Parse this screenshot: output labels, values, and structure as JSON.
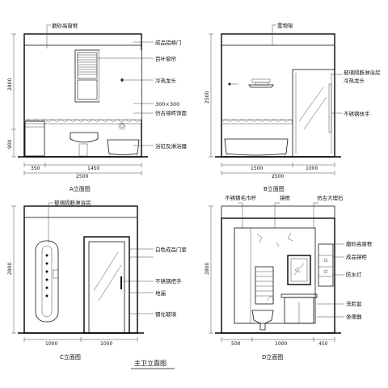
{
  "sheet_title": "主卫立面图",
  "elevations": {
    "A": {
      "title": "A立面图",
      "labels": [
        "磨砂高窗框",
        "成品铝格门",
        "百叶窗帘",
        "冷热龙头",
        "300×300",
        "仿古墙砖饰面",
        "浴缸及淋浴器"
      ],
      "dims_v": [
        "2800",
        "900"
      ],
      "dims_h": [
        "350",
        "1450",
        "2500"
      ]
    },
    "B": {
      "title": "B立面图",
      "labels": [
        "置物架",
        "玻璃隔断淋浴房",
        "冷热龙头",
        "不锈钢扶手"
      ],
      "dims_v": [
        "2500"
      ],
      "dims_h": [
        "1500",
        "1000",
        "2500"
      ]
    },
    "C": {
      "title": "C立面图",
      "labels": [
        "玻璃隔断淋浴房",
        "白色成品门套",
        "不锈钢把手",
        "地漏",
        "钢化玻璃"
      ],
      "dims_v": [
        "2800"
      ],
      "dims_h": [
        "1000",
        "1000"
      ]
    },
    "D": {
      "title": "D立面图",
      "labels": [
        "不锈钢毛巾杆",
        "镜框",
        "仿古大理石",
        "磨砂高窗框",
        "成品镜柜",
        "防水灯",
        "洗脸盆",
        "坐便器"
      ],
      "dims_v": [
        "2800"
      ],
      "dims_h": [
        "500",
        "1000",
        "450"
      ]
    }
  }
}
